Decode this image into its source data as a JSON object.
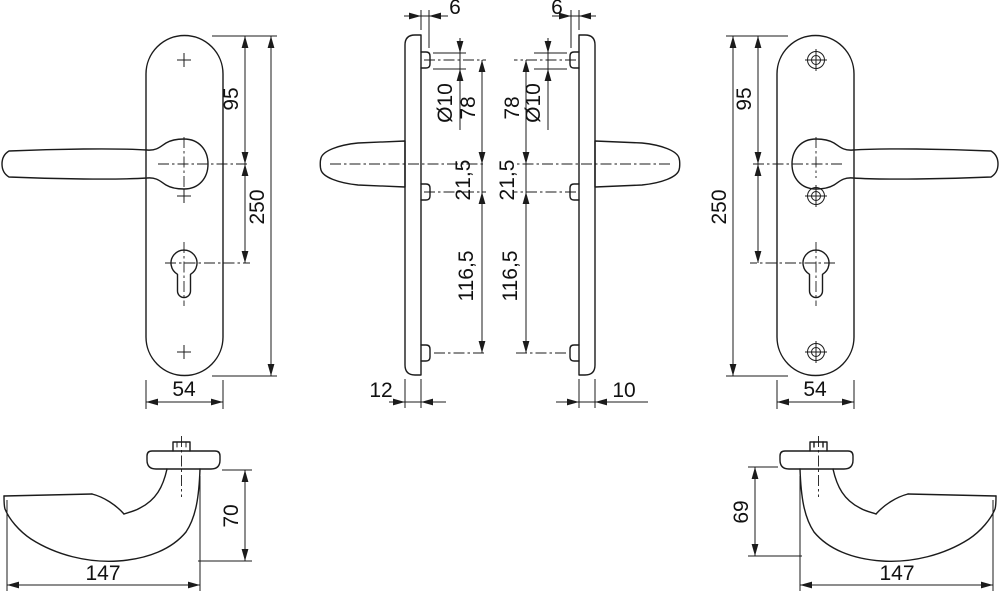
{
  "drawing_title": "door-handle-backplate-dimension-drawing",
  "colors": {
    "line": "#1b1b1b",
    "background": "#ffffff"
  },
  "dims": {
    "front_left": {
      "top_to_handle": "95",
      "total_height": "250",
      "width": "54"
    },
    "side_left": {
      "lug_offset": "6",
      "lug_diameter": "Ø10",
      "top_to_handle": "78",
      "handle_to_mid": "21,5",
      "mid_to_bottom": "116,5",
      "thickness": "12"
    },
    "side_right": {
      "lug_offset": "6",
      "lug_diameter": "Ø10",
      "top_to_handle": "78",
      "handle_to_mid": "21,5",
      "mid_to_bottom": "116,5",
      "thickness": "10"
    },
    "front_right": {
      "top_to_handle": "95",
      "total_height": "250",
      "width": "54"
    },
    "handle_left": {
      "height": "70",
      "length": "147"
    },
    "handle_right": {
      "height": "69",
      "length": "147"
    }
  }
}
